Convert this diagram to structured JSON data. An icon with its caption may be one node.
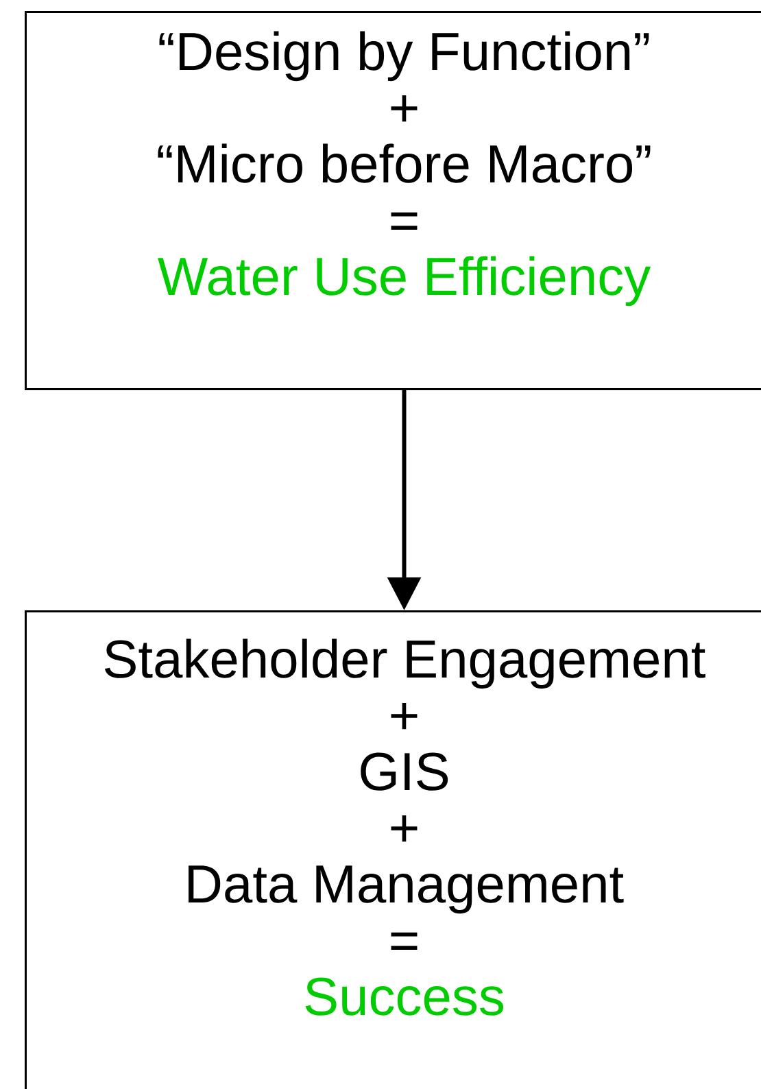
{
  "diagram": {
    "nodes": [
      {
        "text": [
          "“Design by Function”",
          "+",
          "“Micro before Macro”",
          "=",
          "Water Use Efficiency"
        ]
      },
      {
        "text": [
          "Stakeholder Engagement",
          "+",
          "GIS",
          "+",
          "Data Management",
          "=",
          "Success"
        ]
      }
    ],
    "edges": [
      {
        "from": 0,
        "to": 1,
        "arrow": "to"
      }
    ]
  }
}
